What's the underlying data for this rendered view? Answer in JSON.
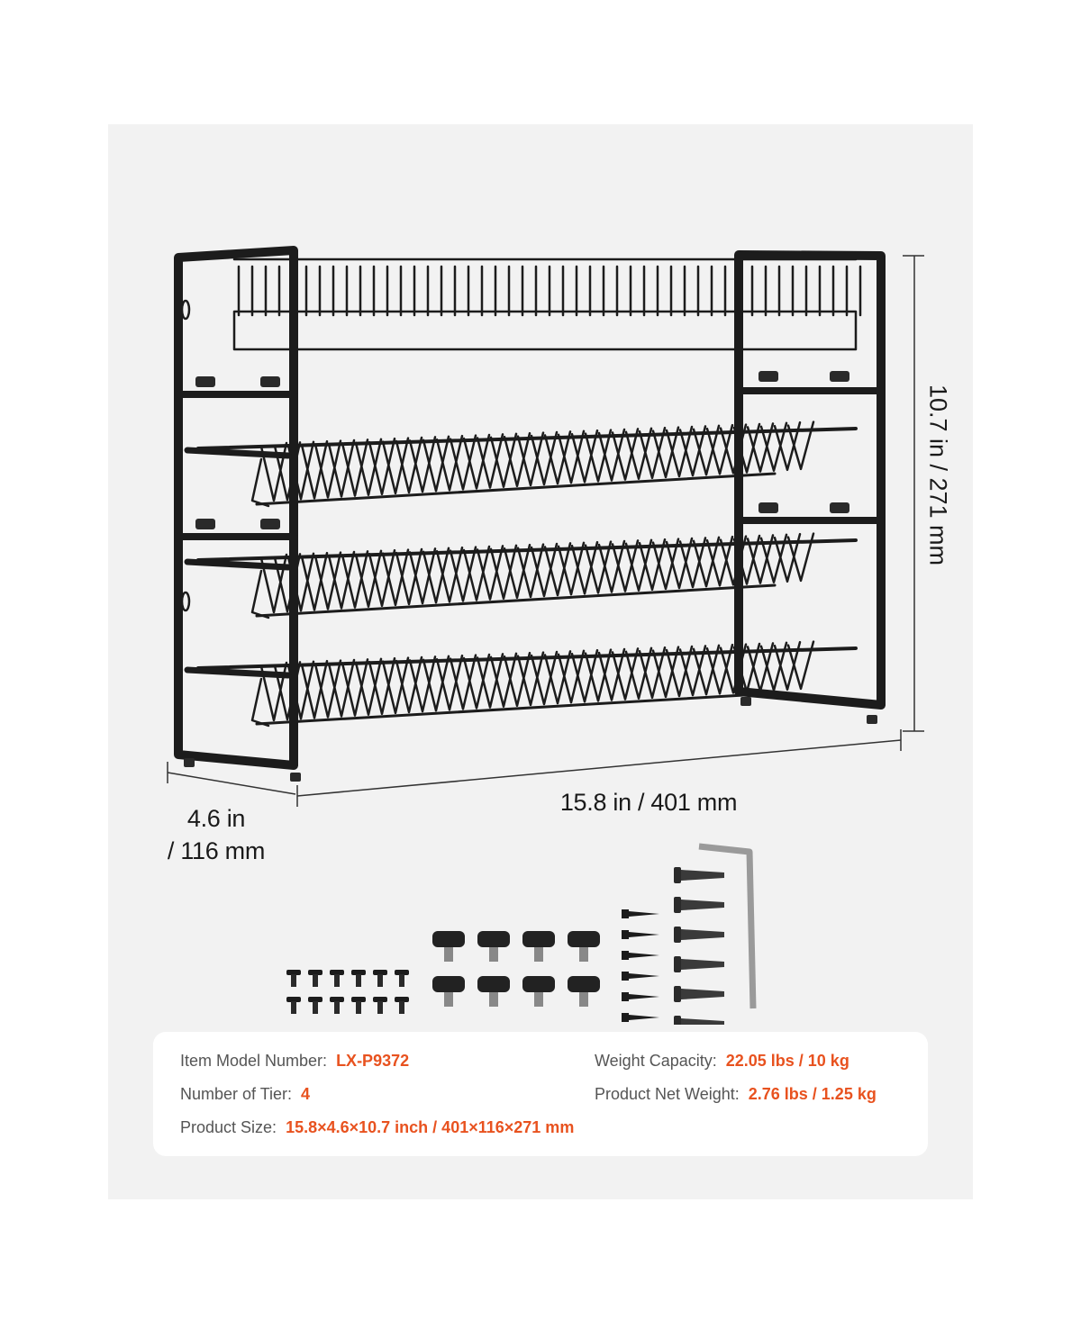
{
  "dimensions": {
    "width": "15.8 in / 401 mm",
    "depth_line1": "4.6 in",
    "depth_line2": "/ 116 mm",
    "height": "10.7 in / 271 mm"
  },
  "specs": {
    "model": {
      "label": "Item Model Number:",
      "value": "LX-P9372"
    },
    "tiers": {
      "label": "Number of Tier:",
      "value": "4"
    },
    "size": {
      "label": "Product Size:",
      "value": "15.8×4.6×10.7 inch / 401×116×271 mm"
    },
    "capacity": {
      "label": "Weight Capacity:",
      "value": "22.05 lbs / 10 kg"
    },
    "net_weight": {
      "label": "Product Net Weight:",
      "value": "2.76 lbs / 1.25 kg"
    }
  },
  "colors": {
    "accent": "#e8521f",
    "panel": "#f2f2f2",
    "rack": "#1c1c1c"
  },
  "hardware": {
    "small_screws": 12,
    "knobs": 8,
    "wood_screws": 6,
    "wall_anchors": 6,
    "hex_keys": 1
  }
}
